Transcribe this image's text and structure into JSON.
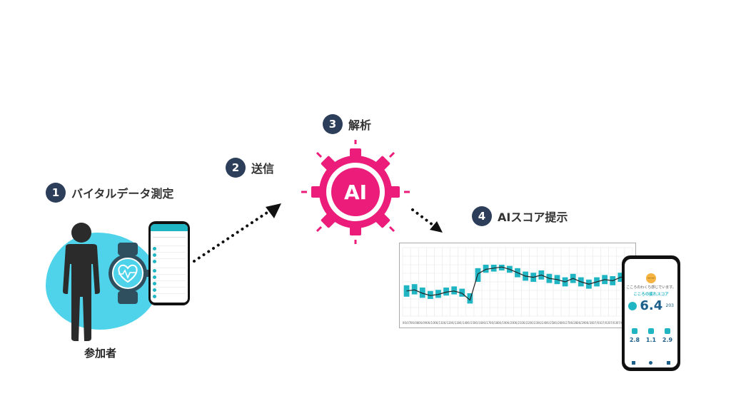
{
  "steps": [
    {
      "num": "1",
      "label": "バイタルデータ測定"
    },
    {
      "num": "2",
      "label": "送信"
    },
    {
      "num": "3",
      "label": "解析"
    },
    {
      "num": "4",
      "label": "AIスコア提示"
    }
  ],
  "participant_label": "参加者",
  "ai_label": "AI",
  "colors": {
    "step_circle": "#2c3e5a",
    "ai_pink": "#ec1c7a",
    "teal": "#1fb5c3",
    "blob": "#4fd3ea"
  },
  "result_phone": {
    "greeting": "こころのわくち感じでいます。",
    "score_title": "こころの疲れスコア",
    "main_score": "6.4",
    "side_value": "203",
    "mini_scores": [
      "2.8",
      "1.1",
      "2.9"
    ]
  },
  "chart_data": {
    "type": "line",
    "x": [
      "06/07",
      "06/08",
      "06/09",
      "06/10",
      "06/11",
      "06/12",
      "06/13",
      "06/14",
      "06/15",
      "06/16",
      "06/17",
      "06/18",
      "06/19",
      "06/20",
      "06/21",
      "06/22",
      "06/23",
      "06/24",
      "06/25",
      "06/26",
      "06/27",
      "06/28",
      "06/29",
      "06/30",
      "07/01",
      "07/02",
      "07/03",
      "07/04",
      "07/05"
    ],
    "series": [
      {
        "values": [
          4.2,
          4.3,
          4.0,
          3.8,
          3.9,
          4.1,
          4.2,
          4.0,
          3.4,
          5.7,
          6.1,
          6.2,
          6.3,
          6.1,
          5.8,
          5.5,
          5.4,
          5.6,
          5.3,
          5.2,
          5.0,
          5.3,
          5.0,
          4.8,
          5.0,
          5.2,
          5.1,
          5.4,
          5.5
        ]
      }
    ],
    "bar_range": [
      [
        3.7,
        4.7
      ],
      [
        3.9,
        4.8
      ],
      [
        3.6,
        4.5
      ],
      [
        3.5,
        4.2
      ],
      [
        3.6,
        4.3
      ],
      [
        3.8,
        4.5
      ],
      [
        3.9,
        4.6
      ],
      [
        3.7,
        4.4
      ],
      [
        3.1,
        4.0
      ],
      [
        5.0,
        6.2
      ],
      [
        5.8,
        6.5
      ],
      [
        5.9,
        6.5
      ],
      [
        6.0,
        6.5
      ],
      [
        5.8,
        6.4
      ],
      [
        5.4,
        6.2
      ],
      [
        5.1,
        5.9
      ],
      [
        5.0,
        5.8
      ],
      [
        5.2,
        6.0
      ],
      [
        4.9,
        5.7
      ],
      [
        4.8,
        5.6
      ],
      [
        4.6,
        5.4
      ],
      [
        4.9,
        5.7
      ],
      [
        4.6,
        5.4
      ],
      [
        4.4,
        5.2
      ],
      [
        4.6,
        5.4
      ],
      [
        4.8,
        5.6
      ],
      [
        4.7,
        5.5
      ],
      [
        5.0,
        5.8
      ],
      [
        5.1,
        5.9
      ]
    ],
    "ylim": [
      2,
      8
    ],
    "grid": true
  }
}
